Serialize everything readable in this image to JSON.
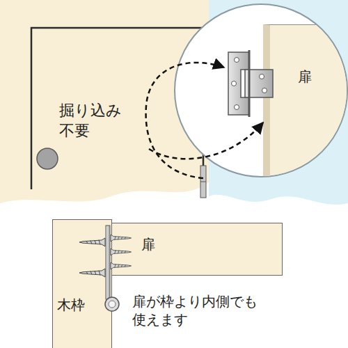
{
  "diagram": {
    "nodes": [
      {
        "text": [
          "扉"
        ]
      },
      {
        "text": [
          "扉"
        ]
      },
      {
        "text": [
          "木枠"
        ]
      }
    ],
    "labels": [
      "掘り込み 不要",
      "扉が枠より内側でも 使えます"
    ]
  }
}
